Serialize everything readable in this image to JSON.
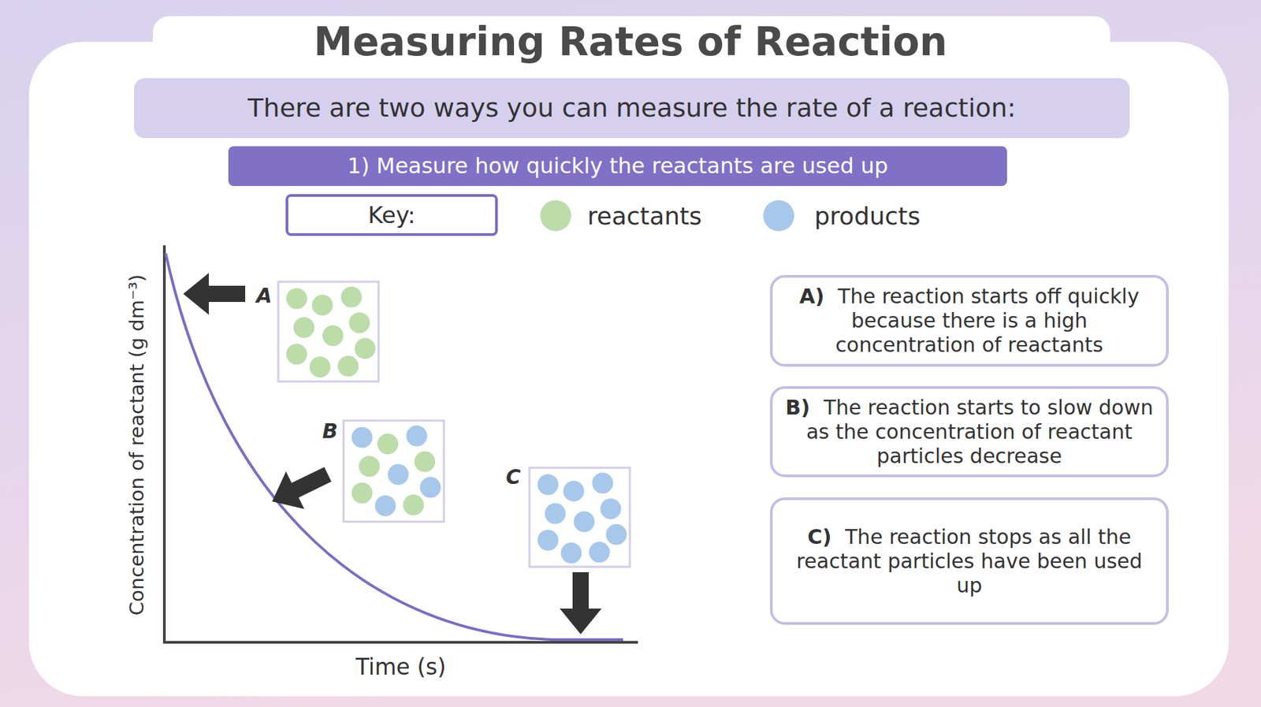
{
  "diagram": {
    "title": "Measuring Rates of Reaction",
    "nodes": [
      {
        "text": [
          "There are two ways you can measure the rate of a reaction:"
        ]
      },
      {
        "text": [
          "1) Measure how quickly the reactants are used up"
        ]
      },
      {
        "text": [
          "Key:"
        ]
      },
      {
        "text": [
          "A)",
          "The reaction starts off quickly because there is a high concentration of reactants"
        ]
      },
      {
        "text": [
          "B)",
          "The reaction starts to slow down as the concentration of reactant particles decrease"
        ]
      },
      {
        "text": [
          "C)",
          "The reaction stops as all the reactant particles have been used up"
        ]
      }
    ],
    "labels": [
      "A",
      "B",
      "C",
      "Concentration of reactant (g dm⁻³)",
      "Time (s)"
    ],
    "legend": [
      {
        "text": "reactants",
        "color": "#bcdcaa"
      },
      {
        "text": "products",
        "color": "#a7c8ea"
      }
    ]
  }
}
